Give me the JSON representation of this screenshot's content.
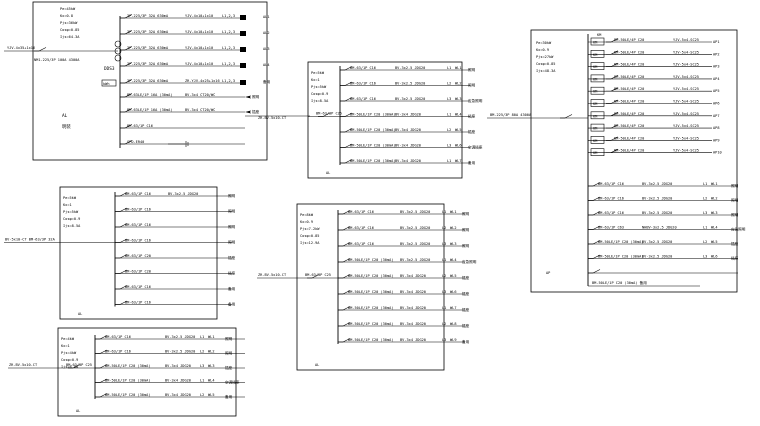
{
  "drawing": {
    "panels": [
      {
        "id": "main-panel",
        "params": [
          "Pe=45kW",
          "Kx=0.8",
          "Pjs=36kW",
          "Cosφ=0.85",
          "Ijs=64.3A"
        ],
        "incoming_cable": "YJV-4x35+1x16",
        "main_breaker": "NM1-225/3P 100A 4300A",
        "meter_label": "kWh",
        "bus_label": "DDS3",
        "cabinet_label": "AL",
        "cabinet_sub": "明装",
        "circuits": [
          {
            "breaker": "3P-225/3P 32A 630mA",
            "cable": "YJV-4x10+1x10",
            "tag": "L1,2,3",
            "dest": "AL1"
          },
          {
            "breaker": "3P-225/3P 32A 630mA",
            "cable": "YJV-4x10+1x10",
            "tag": "L1,2,3",
            "dest": "AL2"
          },
          {
            "breaker": "3P-225/3P 32A 630mA",
            "cable": "YJV-4x10+1x10",
            "tag": "L1,2,3",
            "dest": "AL3"
          },
          {
            "breaker": "3P-225/3P 32A 630mA",
            "cable": "YJV-4x10+1x10",
            "tag": "L1,2,3",
            "dest": "AL4"
          },
          {
            "breaker": "3P-225/3P 32A 630mA",
            "cable": "ZR-YJV-4x25+1x16",
            "tag": "L1,2,3",
            "dest": "备用"
          },
          {
            "breaker": "BM-63LE/1P 16A (30mA)",
            "cable": "BV-3x4 CT20/WC",
            "tag": "",
            "dest": "照明"
          },
          {
            "breaker": "BM-63LE/1P 16A (30mA)",
            "cable": "BV-3x4 CT20/WC",
            "tag": "",
            "dest": "插座"
          },
          {
            "breaker": "BM-63/1P C16",
            "cable": "",
            "tag": "",
            "dest": ""
          },
          {
            "breaker": "SPD-ER40",
            "cable": "",
            "tag": "",
            "dest": ""
          }
        ],
        "outgoing": "ZR-BV-5x10-CT"
      },
      {
        "id": "lighting-panel",
        "params": [
          "Pe=5kW",
          "Kx=1",
          "Pjs=5kW",
          "Cosφ=0.9",
          "Ijs=8.5A"
        ],
        "feeder": "BM-63/3P C25",
        "feeder_cable": "",
        "circuits": [
          {
            "breaker": "BM-63/1P C16",
            "cable": "BV-3x2.5 JDG20",
            "phase": "L1",
            "wl": "WL1",
            "dest": "照明"
          },
          {
            "breaker": "BM-63/1P C16",
            "cable": "BV-3x2.5 JDG20",
            "phase": "L2",
            "wl": "WL2",
            "dest": "照明"
          },
          {
            "breaker": "BM-63/1P C16",
            "cable": "BV-3x2.5 JDG20",
            "phase": "L3",
            "wl": "WL3",
            "dest": "应急照明"
          },
          {
            "breaker": "BM-50LE/1P C20 (30mA)",
            "cable": "BV-3x4 JDG20",
            "phase": "L1",
            "wl": "WL4",
            "dest": "插座"
          },
          {
            "breaker": "BM-50LE/1P C20 (30mA)",
            "cable": "BV-3x4 JDG20",
            "phase": "L2",
            "wl": "WL5",
            "dest": "插座"
          },
          {
            "breaker": "BM-50LE/1P C20 (30mA)",
            "cable": "BV-3x4 JDG20",
            "phase": "L3",
            "wl": "WL6",
            "dest": "空调插座"
          },
          {
            "breaker": "BM-50LE/1P C20 (30mA)",
            "cable": "BV-3x4 JDG20",
            "phase": "L1",
            "wl": "WL7",
            "dest": "备用"
          }
        ],
        "bottom_label": "AL"
      },
      {
        "id": "air-panel",
        "params": [
          "Pe=30kW",
          "Kx=0.9",
          "Pjs=27kW",
          "Cosφ=0.85",
          "Ijs=48.3A"
        ],
        "feeder": "BM-225/3P 80A 4300A",
        "circuits": [
          {
            "kit": "KM",
            "breaker": "BM-50LE/4P C20",
            "cable": "YJV-5x4-SC25",
            "dest": "AP1"
          },
          {
            "kit": "KM",
            "breaker": "BM-50LE/4P C20",
            "cable": "YJV-5x4-SC25",
            "dest": "AP2"
          },
          {
            "kit": "KM",
            "breaker": "BM-50LE/4P C20",
            "cable": "YJV-5x4-SC25",
            "dest": "AP3"
          },
          {
            "kit": "KM",
            "breaker": "BM-50LE/4P C20",
            "cable": "YJV-5x4-SC25",
            "dest": "AP4"
          },
          {
            "kit": "KM",
            "breaker": "BM-50LE/4P C20",
            "cable": "YJV-5x4-SC25",
            "dest": "AP5"
          },
          {
            "kit": "KM",
            "breaker": "BM-50LE/4P C20",
            "cable": "YJV-5x4-SC25",
            "dest": "AP6"
          },
          {
            "kit": "KM",
            "breaker": "BM-50LE/4P C20",
            "cable": "YJV-5x4-SC25",
            "dest": "AP7"
          },
          {
            "kit": "KM",
            "breaker": "BM-50LE/4P C20",
            "cable": "YJV-5x4-SC25",
            "dest": "AP8"
          },
          {
            "kit": "KM",
            "breaker": "BM-50LE/4P C20",
            "cable": "YJV-5x4-SC25",
            "dest": "AP9"
          },
          {
            "kit": "KM",
            "breaker": "BM-50LE/4P C20",
            "cable": "YJV-5x4-SC25",
            "dest": "AP10"
          }
        ],
        "lower_circuits": [
          {
            "breaker": "BM-63/1P C16",
            "cable": "BV-3x2.5 JDG20",
            "phase": "L1",
            "wl": "WL1",
            "dest": "照明"
          },
          {
            "breaker": "BM-63/1P C16",
            "cable": "BV-3x2.5 JDG20",
            "phase": "L2",
            "wl": "WL2",
            "dest": "照明"
          },
          {
            "breaker": "BM-63/1P C16",
            "cable": "BV-3x2.5 JDG20",
            "phase": "L3",
            "wl": "WL3",
            "dest": "照明"
          },
          {
            "breaker": "BM-63/1P C63",
            "cable": "NHBV-3x2.5 JDG20",
            "phase": "L1",
            "wl": "WL4",
            "dest": "应急照明"
          },
          {
            "breaker": "BM-50LE/1P C20 (30mA)",
            "cable": "BV-3x2.5 JDG20",
            "phase": "L2",
            "wl": "WL5",
            "dest": "插座"
          },
          {
            "breaker": "BM-50LE/1P C20 (30mA)",
            "cable": "BV-3x2.5 JDG20",
            "phase": "L3",
            "wl": "WL6",
            "dest": "插座"
          },
          {
            "breaker": "",
            "cable": "",
            "phase": "",
            "wl": "",
            "dest": ""
          }
        ],
        "spare": "BM-50LE/1P C20 (30mA) 备用",
        "bottom_label": "AP"
      },
      {
        "id": "left-mid-panel",
        "params": [
          "Pe=5kW",
          "Kx=1",
          "Pjs=5kW",
          "Cosφ=0.9",
          "Ijs=8.5A"
        ],
        "incoming": "BV-5x10-CT BM-63/3P 32A",
        "circuits": [
          {
            "breaker": "BM-63/1P C16",
            "cable": "BV-3x2.5 JDG20",
            "dest": "照明"
          },
          {
            "breaker": "BM-63/1P C16",
            "cable": "",
            "dest": "照明"
          },
          {
            "breaker": "BM-63/1P C16",
            "cable": "",
            "dest": "照明"
          },
          {
            "breaker": "BM-63/1P C16",
            "cable": "",
            "dest": "照明"
          },
          {
            "breaker": "BM-63/1P C20",
            "cable": "",
            "dest": "插座"
          },
          {
            "breaker": "BM-63/1P C20",
            "cable": "",
            "dest": "插座"
          },
          {
            "breaker": "BM-63/1P C16",
            "cable": "",
            "dest": "备用"
          },
          {
            "breaker": "BM-63/1P C16",
            "cable": "",
            "dest": "备用"
          }
        ],
        "bottom_label": "AL"
      },
      {
        "id": "center-mid-panel",
        "params": [
          "Pe=8kW",
          "Kx=0.9",
          "Pjs=7.2kW",
          "Cosφ=0.85",
          "Ijs=12.9A"
        ],
        "incoming": "ZR-BV-5x10-CT",
        "feeder": "BM-63/3P C25",
        "circuits": [
          {
            "breaker": "BM-63/1P C16",
            "cable": "BV-3x2.5 JDG20",
            "phase": "L1",
            "wl": "WL1",
            "dest": "照明"
          },
          {
            "breaker": "BM-63/1P C16",
            "cable": "BV-3x2.5 JDG20",
            "phase": "L2",
            "wl": "WL2",
            "dest": "照明"
          },
          {
            "breaker": "BM-63/1P C16",
            "cable": "BV-3x2.5 JDG20",
            "phase": "L3",
            "wl": "WL3",
            "dest": "照明"
          },
          {
            "breaker": "BM-50LE/1P C20 (30mA)",
            "cable": "BV-3x2.5 JDG20",
            "phase": "L1",
            "wl": "WL4",
            "dest": "应急照明"
          },
          {
            "breaker": "BM-50LE/1P C20 (30mA)",
            "cable": "BV-3x4 JDG20",
            "phase": "L2",
            "wl": "WL5",
            "dest": "插座"
          },
          {
            "breaker": "BM-50LE/1P C20 (30mA)",
            "cable": "BV-3x4 JDG20",
            "phase": "L3",
            "wl": "WL6",
            "dest": "插座"
          },
          {
            "breaker": "BM-50LE/1P C20 (30mA)",
            "cable": "BV-3x4 JDG20",
            "phase": "L1",
            "wl": "WL7",
            "dest": "插座"
          },
          {
            "breaker": "BM-50LE/1P C20 (30mA)",
            "cable": "BV-3x4 JDG20",
            "phase": "L2",
            "wl": "WL8",
            "dest": "插座"
          },
          {
            "breaker": "BM-50LE/1P C20 (30mA)",
            "cable": "BV-3x4 JDG20",
            "phase": "L3",
            "wl": "WL9",
            "dest": "备用"
          }
        ],
        "bottom_label": "AL"
      },
      {
        "id": "bottom-left-panel",
        "params": [
          "Pe=4kW",
          "Kx=1",
          "Pjs=4kW",
          "Cosφ=0.9",
          "Ijs=6.8A"
        ],
        "incoming": "ZR-BV-5x10-CT",
        "feeder": "BM-63/3P C25",
        "circuits": [
          {
            "breaker": "BM-63/1P C16",
            "cable": "BV-3x2.5 JDG20",
            "phase": "L1",
            "wl": "WL1",
            "dest": "照明"
          },
          {
            "breaker": "BM-63/1P C16",
            "cable": "BV-3x2.5 JDG20",
            "phase": "L2",
            "wl": "WL2",
            "dest": "照明"
          },
          {
            "breaker": "BM-50LE/1P C20 (30mA)",
            "cable": "BV-3x4 JDG20",
            "phase": "L3",
            "wl": "WL3",
            "dest": "插座"
          },
          {
            "breaker": "BM-50LE/1P C20 (30mA)",
            "cable": "BV-3x4 JDG20",
            "phase": "L1",
            "wl": "WL4",
            "dest": "空调插座"
          },
          {
            "breaker": "BM-50LE/1P C20 (30mA)",
            "cable": "BV-3x4 JDG20",
            "phase": "L2",
            "wl": "WL5",
            "dest": "备用"
          }
        ],
        "bottom_label": "AL"
      }
    ]
  }
}
